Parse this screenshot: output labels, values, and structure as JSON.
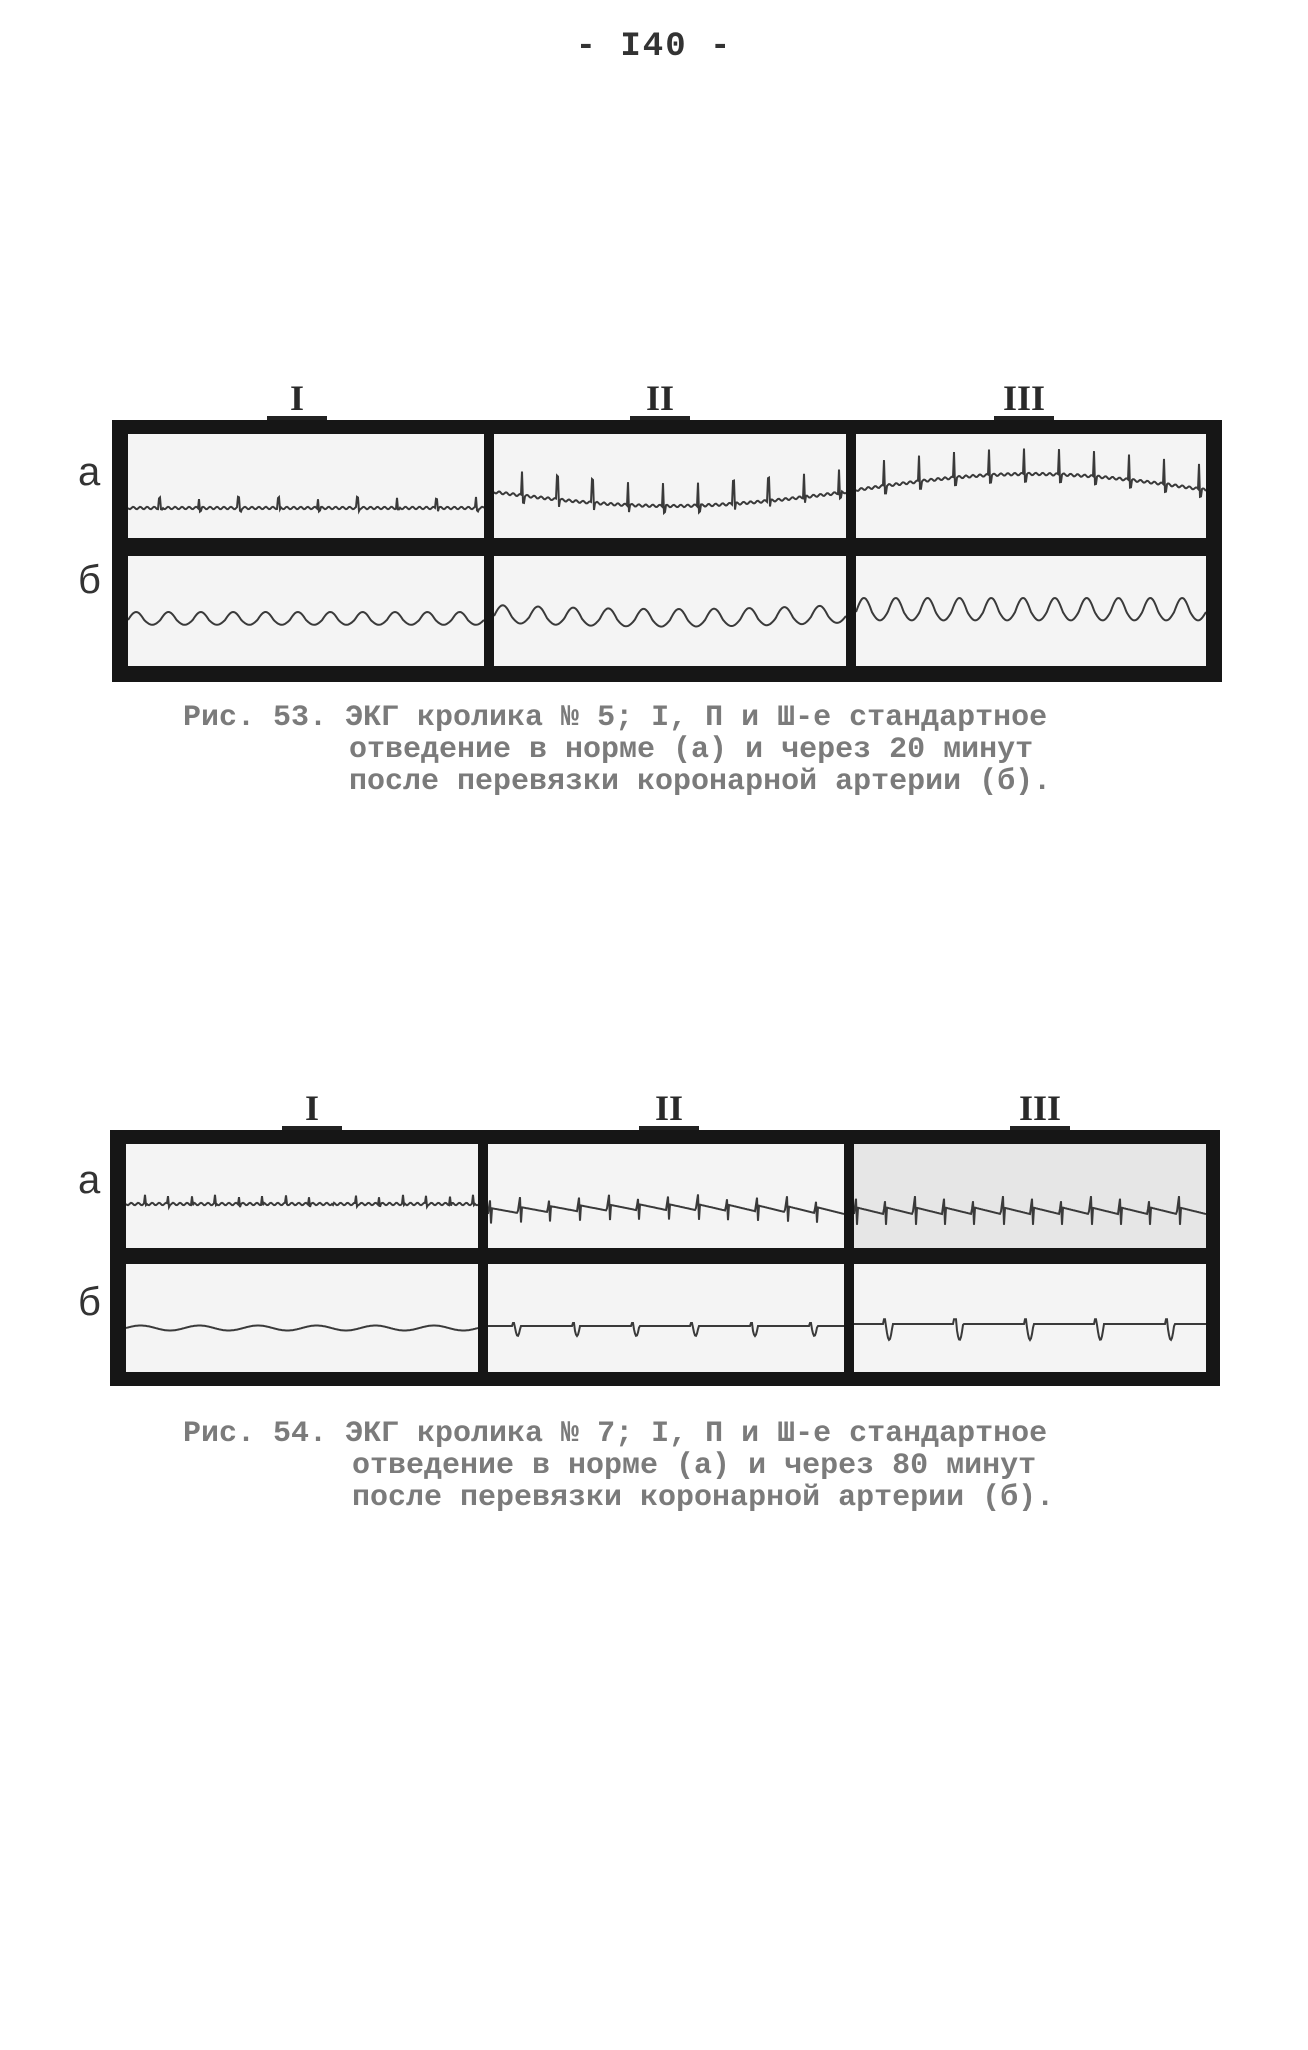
{
  "page": {
    "number": "- I40 -"
  },
  "figures": [
    {
      "leads": [
        "I",
        "II",
        "III"
      ],
      "rows": [
        "а",
        "б"
      ],
      "caption": [
        "Рис. 53. ЭКГ кролика № 5; I, П и Ш-е стандартное",
        "отведение в норме (а) и через 20 минут",
        "после перевязки коронарной артерии (б)."
      ]
    },
    {
      "leads": [
        "I",
        "II",
        "III"
      ],
      "rows": [
        "а",
        "б"
      ],
      "caption": [
        "Рис. 54. ЭКГ кролика № 7; I, П и Ш-е стандартное",
        "отведение в норме (а) и через 80 минут",
        "после перевязки коронарной артерии (б)."
      ]
    }
  ]
}
